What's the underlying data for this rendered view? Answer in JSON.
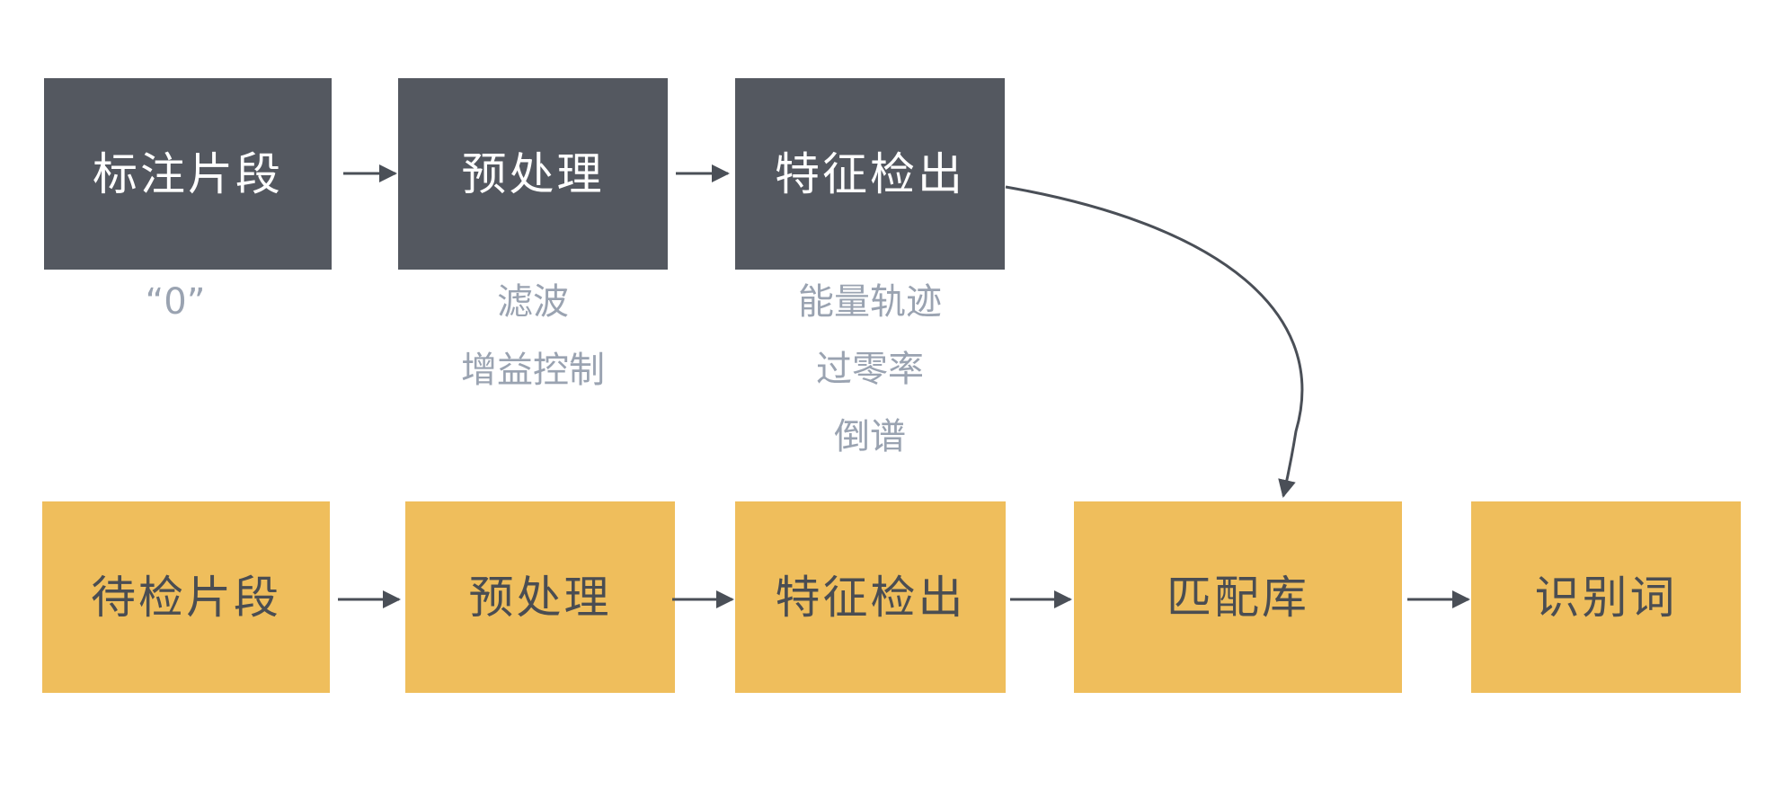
{
  "training_row": {
    "steps": [
      {
        "label": "标注片段"
      },
      {
        "label": "预处理"
      },
      {
        "label": "特征检出"
      }
    ],
    "notes": {
      "segment": [
        "“0”"
      ],
      "preprocess": [
        "滤波",
        "增益控制"
      ],
      "features": [
        "能量轨迹",
        "过零率",
        "倒谱"
      ]
    }
  },
  "recognition_row": {
    "steps": [
      {
        "label": "待检片段"
      },
      {
        "label": "预处理"
      },
      {
        "label": "特征检出"
      },
      {
        "label": "匹配库"
      },
      {
        "label": "识别词"
      }
    ]
  },
  "colors": {
    "dark_box": "#545860",
    "yellow_box": "#efbe5c",
    "note_text": "#9aa3b1",
    "arrow": "#4a4f57"
  }
}
